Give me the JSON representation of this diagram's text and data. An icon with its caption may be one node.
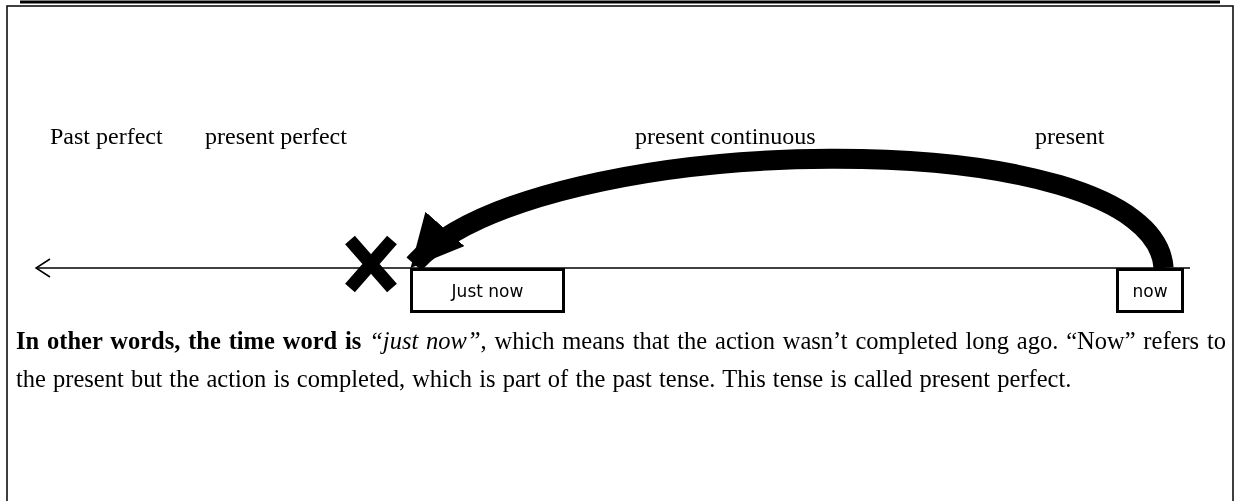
{
  "diagram": {
    "nodes": [
      {
        "text": [
          "Just now"
        ]
      },
      {
        "text": [
          "now"
        ]
      }
    ],
    "edges": [
      {
        "from": 1,
        "to": 0,
        "arrow": "to"
      }
    ],
    "labels": [
      "Past perfect",
      "present perfect",
      "present continuous",
      "present",
      "**In other words, the time word is** *“just now”*, which means that the action wasn’t completed long ago. “Now” refers to the present but the action is completed, which is part of the past tense. This tense is called present perfect."
    ]
  }
}
